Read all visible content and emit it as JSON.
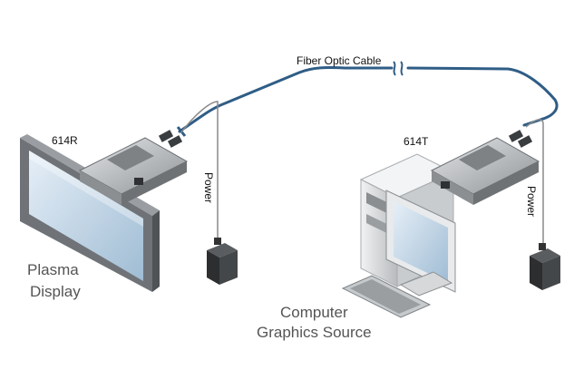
{
  "labels": {
    "fiber_optic_cable": "Fiber Optic Cable",
    "receiver_model": "614R",
    "transmitter_model": "614T",
    "power_left": "Power",
    "power_right": "Power",
    "plasma_line1": "Plasma",
    "plasma_line2": "Display",
    "computer_line1": "Computer",
    "computer_line2": "Graphics Source"
  },
  "colors": {
    "fiber_cable": "#2f5d86",
    "power_cable": "#8a8a8a",
    "device_body": "#b9bcc0",
    "screen_bezel": "#6f7377",
    "screen_glass": "#c8dced"
  }
}
